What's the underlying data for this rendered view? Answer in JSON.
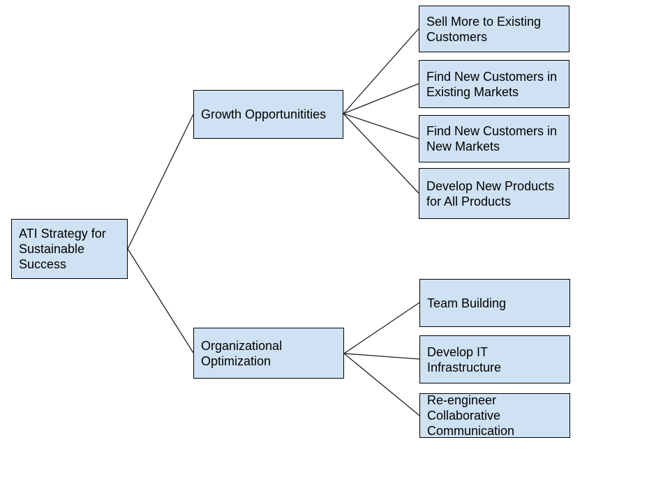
{
  "diagram": {
    "colors": {
      "background": "#ffffff",
      "node_fill": "#cfe2f3",
      "node_border": "#000000",
      "connector": "#1f1f1f"
    },
    "root": {
      "label": "ATI Strategy for Sustainable Success"
    },
    "branches": [
      {
        "label": "Growth Opportunitities",
        "children": [
          "Sell More to Existing Customers",
          "Find New Customers in Existing Markets",
          "Find New Customers in New Markets",
          "Develop New Products for All Products"
        ]
      },
      {
        "label": "Organizational Optimization",
        "children": [
          "Team Building",
          "Develop IT Infrastructure",
          "Re-engineer Collaborative Communication"
        ]
      }
    ]
  }
}
